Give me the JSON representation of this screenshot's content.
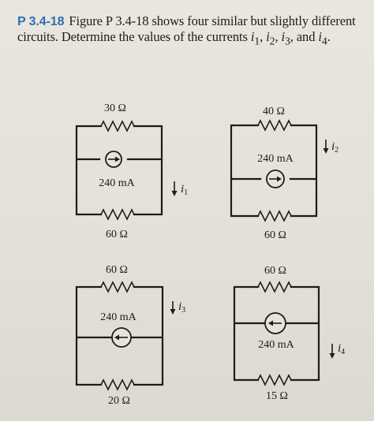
{
  "problem": {
    "number": "P 3.4-18",
    "text_part1": "Figure P 3.4-18 shows four similar but slightly different circuits. Determine the values of the currents ",
    "i1": "i",
    "i1_sub": "1",
    "sep1": ", ",
    "i2": "i",
    "i2_sub": "2",
    "sep2": ", ",
    "i3": "i",
    "i3_sub": "3",
    "sep3": ", and ",
    "i4": "i",
    "i4_sub": "4",
    "end": "."
  },
  "circuits": {
    "a": {
      "top_resistor": "30 Ω",
      "source": "240 mA",
      "bottom_resistor": "60 Ω",
      "current_symbol": "i",
      "current_sub": "1",
      "source_direction": "right"
    },
    "b": {
      "top_resistor": "40 Ω",
      "source": "240 mA",
      "bottom_resistor": "60 Ω",
      "current_symbol": "i",
      "current_sub": "2",
      "source_direction": "right"
    },
    "c": {
      "top_resistor": "60 Ω",
      "source": "240 mA",
      "bottom_resistor": "20 Ω",
      "current_symbol": "i",
      "current_sub": "3",
      "source_direction": "left"
    },
    "d": {
      "top_resistor": "60 Ω",
      "source": "240 mA",
      "bottom_resistor": "15 Ω",
      "current_symbol": "i",
      "current_sub": "4",
      "source_direction": "left"
    }
  }
}
